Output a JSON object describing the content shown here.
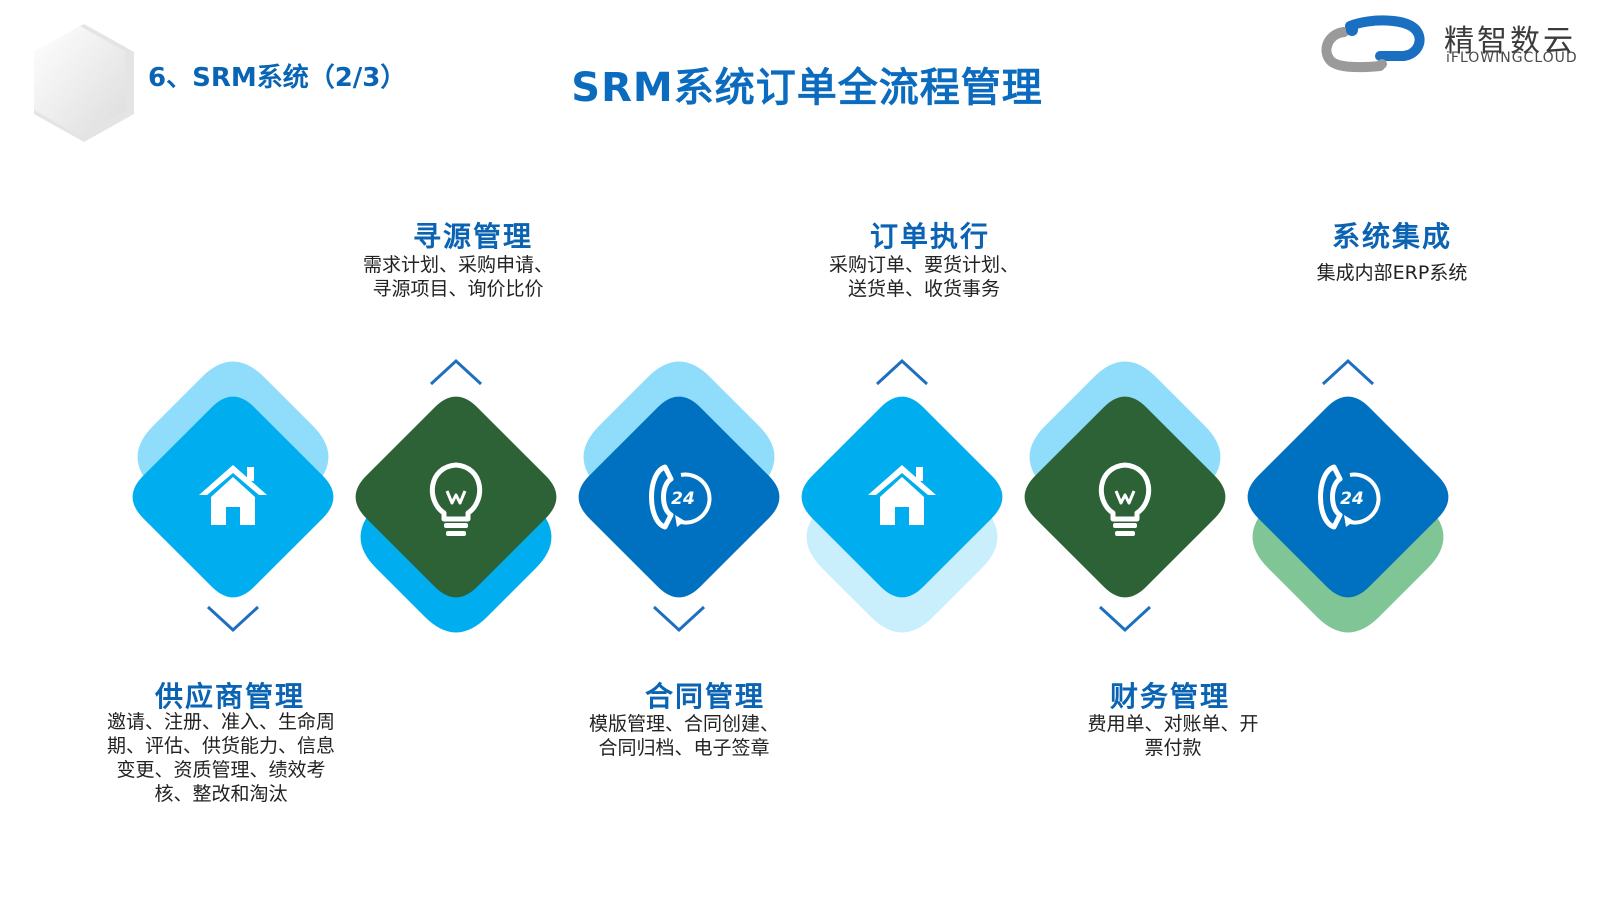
{
  "header": {
    "section_title": "6、SRM系统（2/3）",
    "main_title": "SRM系统订单全流程管理"
  },
  "logo": {
    "name_cn": "精智数云",
    "name_en": "iFLOWINGCLOUD"
  },
  "steps": [
    {
      "title": "供应商管理",
      "desc": "邀请、注册、准入、生命周期、评估、供货能力、信息变更、资质管理、绩效考核、整改和淘汰",
      "icon": "house-icon",
      "color": "#00aeef",
      "back_color": "#8fdcfb"
    },
    {
      "title": "寻源管理",
      "desc": "需求计划、采购申请、寻源项目、询价比价",
      "icon": "lightbulb-icon",
      "color": "#2d6237",
      "back_color": "#00aeef"
    },
    {
      "title": "合同管理",
      "desc": "模版管理、合同创建、合同归档、电子签章",
      "icon": "phone-24-icon",
      "color": "#0070c0",
      "back_color": "#8fdcfb"
    },
    {
      "title": "订单执行",
      "desc": "采购订单、要货计划、送货单、收货事务",
      "icon": "house-icon",
      "color": "#00aeef",
      "back_color": "#c9eefc"
    },
    {
      "title": "财务管理",
      "desc": "费用单、对账单、开票付款",
      "icon": "lightbulb-icon",
      "color": "#2d6237",
      "back_color": "#8fdcfb"
    },
    {
      "title": "系统集成",
      "desc": "集成内部ERP系统",
      "icon": "phone-24-icon",
      "color": "#0070c0",
      "back_color": "#7fc596"
    }
  ],
  "colors": {
    "title_blue": "#0a63b3",
    "chevron_blue": "#1f6fbf"
  }
}
